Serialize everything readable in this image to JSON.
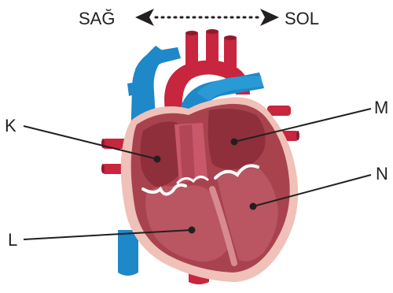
{
  "direction": {
    "left_label": "SAĞ",
    "right_label": "SOL"
  },
  "labels": {
    "k": "K",
    "l": "L",
    "m": "M",
    "n": "N"
  },
  "colors": {
    "text": "#231f20",
    "vein_blue": "#1e88c9",
    "artery_red": "#c8253f",
    "muscle": "#a8434e",
    "chamber": "#b95662",
    "outline_pink": "#efc1b8"
  }
}
